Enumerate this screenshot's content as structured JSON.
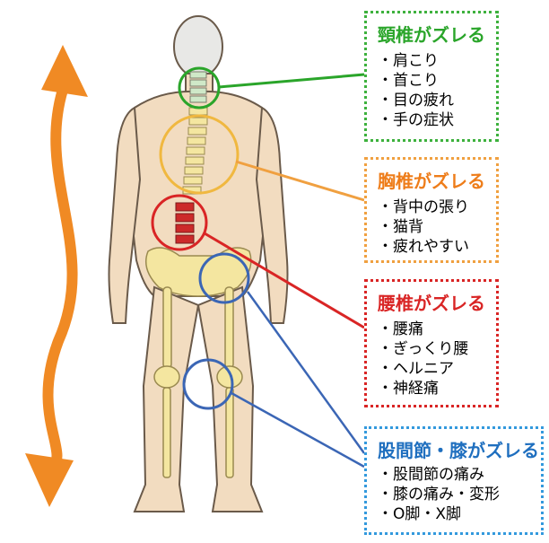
{
  "colors": {
    "neck": "#2aa52a",
    "chest": "#ee7d1a",
    "lumbar": "#d92525",
    "hip_knee": "#1f6fbf",
    "arrow": "#f08a24",
    "body_fill": "#f2dcc0",
    "bone": "#f4e6a0"
  },
  "labels": {
    "neck": {
      "title": "頸椎がズレる",
      "items": [
        "肩こり",
        "首こり",
        "目の疲れ",
        "手の症状"
      ]
    },
    "chest": {
      "title": "胸椎がズレる",
      "items": [
        "背中の張り",
        "猫背",
        "疲れやすい"
      ]
    },
    "lumbar": {
      "title": "腰椎がズレる",
      "items": [
        "腰痛",
        "ぎっくり腰",
        "ヘルニア",
        "神経痛"
      ]
    },
    "hip_knee": {
      "title": "股間節・膝がズレる",
      "items": [
        "股間節の痛み",
        "膝の痛み・変形",
        "O脚・X脚"
      ]
    }
  }
}
